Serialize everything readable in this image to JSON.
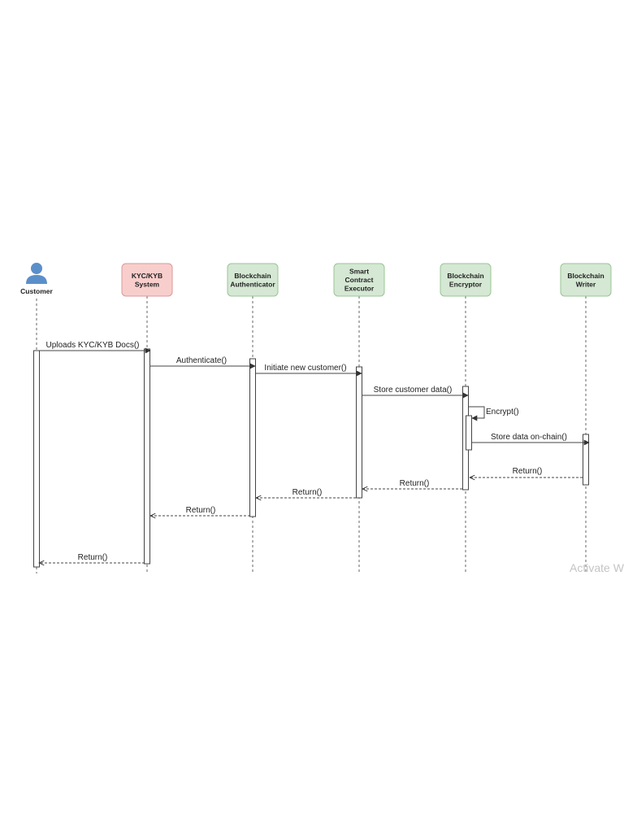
{
  "participants": [
    {
      "id": "customer",
      "lines": [
        "Customer"
      ],
      "kind": "actor"
    },
    {
      "id": "kyc",
      "lines": [
        "KYC/KYB",
        "System"
      ],
      "kind": "box",
      "fill": "#f8cecc",
      "stroke": "#d99a98"
    },
    {
      "id": "auth",
      "lines": [
        "Blockchain",
        "Authenticator"
      ],
      "kind": "box",
      "fill": "#d5e8d4",
      "stroke": "#9bc495"
    },
    {
      "id": "exec",
      "lines": [
        "Smart",
        "Contract",
        "Executor"
      ],
      "kind": "box",
      "fill": "#d5e8d4",
      "stroke": "#9bc495"
    },
    {
      "id": "enc",
      "lines": [
        "Blockchain",
        "Encryptor"
      ],
      "kind": "box",
      "fill": "#d5e8d4",
      "stroke": "#9bc495"
    },
    {
      "id": "writer",
      "lines": [
        "Blockchain",
        "Writer"
      ],
      "kind": "box",
      "fill": "#d5e8d4",
      "stroke": "#9bc495"
    }
  ],
  "messages": [
    {
      "id": "uploads",
      "label": "Uploads KYC/KYB Docs()",
      "from": "customer",
      "to": "kyc",
      "type": "call"
    },
    {
      "id": "authenticate",
      "label": "Authenticate()",
      "from": "kyc",
      "to": "auth",
      "type": "call"
    },
    {
      "id": "initiate",
      "label": "Initiate new customer()",
      "from": "auth",
      "to": "exec",
      "type": "call"
    },
    {
      "id": "store",
      "label": "Store customer data()",
      "from": "exec",
      "to": "enc",
      "type": "call"
    },
    {
      "id": "encrypt",
      "label": "Encrypt()",
      "from": "enc",
      "to": "enc",
      "type": "self"
    },
    {
      "id": "store-chain",
      "label": "Store data on-chain()",
      "from": "enc",
      "to": "writer",
      "type": "call"
    },
    {
      "id": "return-writer",
      "label": "Return()",
      "from": "writer",
      "to": "enc",
      "type": "return"
    },
    {
      "id": "return-enc",
      "label": "Return()",
      "from": "enc",
      "to": "exec",
      "type": "return"
    },
    {
      "id": "return-exec",
      "label": "Return()",
      "from": "exec",
      "to": "auth",
      "type": "return"
    },
    {
      "id": "return-auth",
      "label": "Return()",
      "from": "auth",
      "to": "kyc",
      "type": "return"
    },
    {
      "id": "return-kyc",
      "label": "Return()",
      "from": "kyc",
      "to": "customer",
      "type": "return"
    }
  ],
  "colors": {
    "line": "#444444",
    "actor": "#5b8fc9"
  },
  "watermark": "Activate W"
}
